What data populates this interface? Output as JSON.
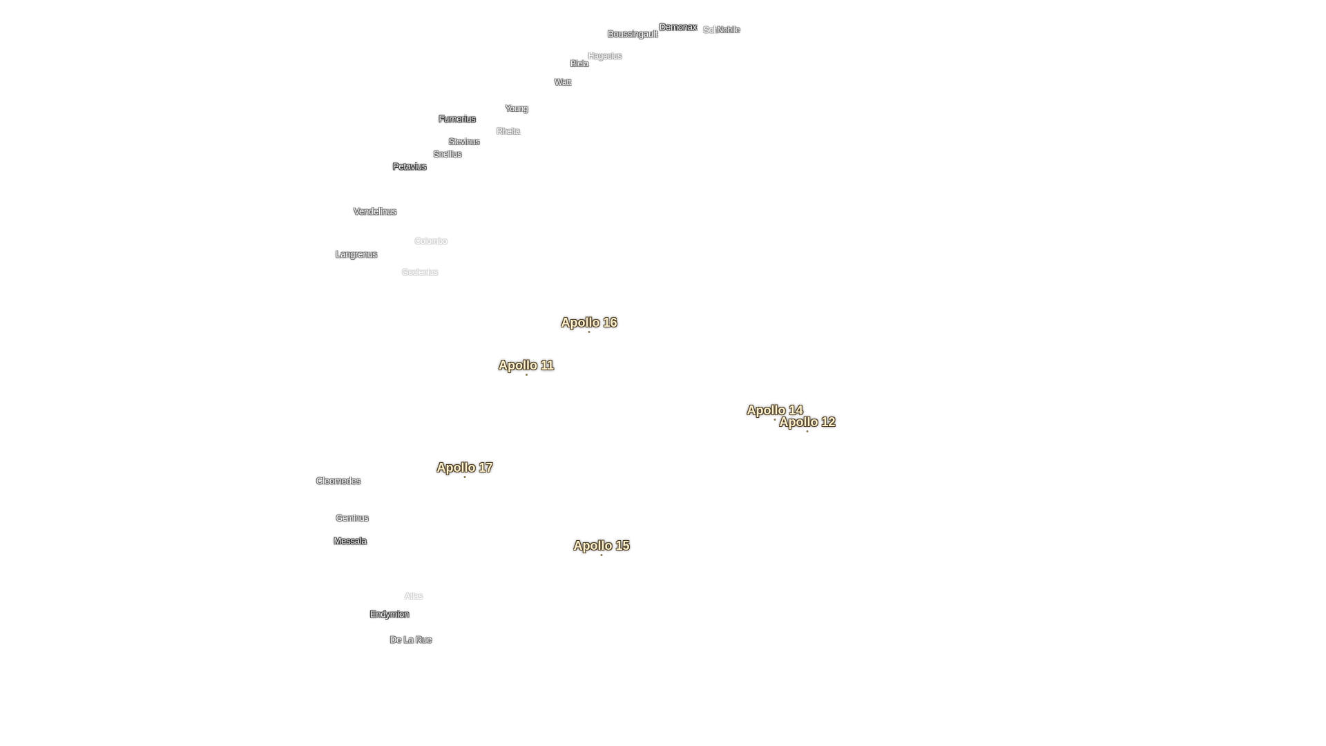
{
  "craters": [
    {
      "id": "demonax",
      "name": "Demonax"
    },
    {
      "id": "boussingault",
      "name": "Boussingault"
    },
    {
      "id": "schomberger",
      "name": "Sch"
    },
    {
      "id": "nobile",
      "name": "Nobile"
    },
    {
      "id": "hagecius",
      "name": "Hagecius"
    },
    {
      "id": "biela",
      "name": "Biela"
    },
    {
      "id": "watt",
      "name": "Watt"
    },
    {
      "id": "young",
      "name": "Young"
    },
    {
      "id": "furnerius",
      "name": "Furnerius"
    },
    {
      "id": "rheita",
      "name": "Rheita"
    },
    {
      "id": "stevinus",
      "name": "Stevinus"
    },
    {
      "id": "snellius",
      "name": "Snellius"
    },
    {
      "id": "petavius",
      "name": "Petavius"
    },
    {
      "id": "vendelinus",
      "name": "Vendelinus"
    },
    {
      "id": "colombo",
      "name": "Colombo"
    },
    {
      "id": "langrenus",
      "name": "Langrenus"
    },
    {
      "id": "goclenius",
      "name": "Goclenius"
    },
    {
      "id": "cleomedes",
      "name": "Cleomedes"
    },
    {
      "id": "geminus",
      "name": "Geminus"
    },
    {
      "id": "messala",
      "name": "Messala"
    },
    {
      "id": "atlas",
      "name": "Atlas"
    },
    {
      "id": "endymion",
      "name": "Endymion"
    },
    {
      "id": "de-la-rue",
      "name": "De La Rue"
    }
  ],
  "landing_sites": [
    {
      "id": "apollo-16",
      "name": "Apollo 16"
    },
    {
      "id": "apollo-11",
      "name": "Apollo 11"
    },
    {
      "id": "apollo-14",
      "name": "Apollo 14"
    },
    {
      "id": "apollo-12",
      "name": "Apollo 12"
    },
    {
      "id": "apollo-17",
      "name": "Apollo 17"
    },
    {
      "id": "apollo-15",
      "name": "Apollo 15"
    }
  ]
}
